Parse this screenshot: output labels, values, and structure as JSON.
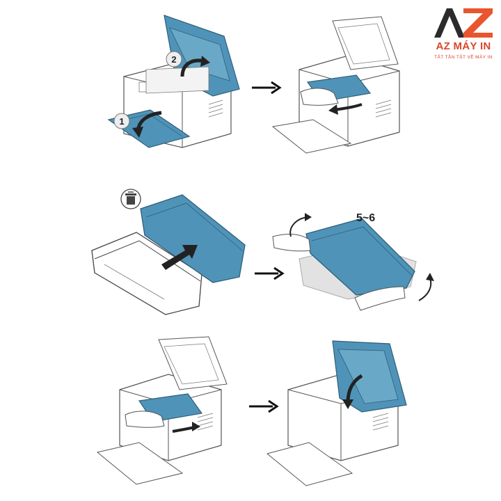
{
  "brand": {
    "logo_mark": "AZ",
    "name": "AZ MÁY IN",
    "tagline": "TẤT TẦN TẬT VỀ MÁY IN"
  },
  "steps": {
    "open_step_1": "1",
    "open_step_2": "2",
    "shake_count": "5~6"
  },
  "colors": {
    "accent_blue": "#4f93b8",
    "line": "#555555",
    "brand_orange": "#e8552f",
    "brand_dark": "#2b2b2b"
  },
  "icons": [
    "recycle-bin-icon",
    "right-arrow-icon",
    "curved-arrow-icon"
  ]
}
